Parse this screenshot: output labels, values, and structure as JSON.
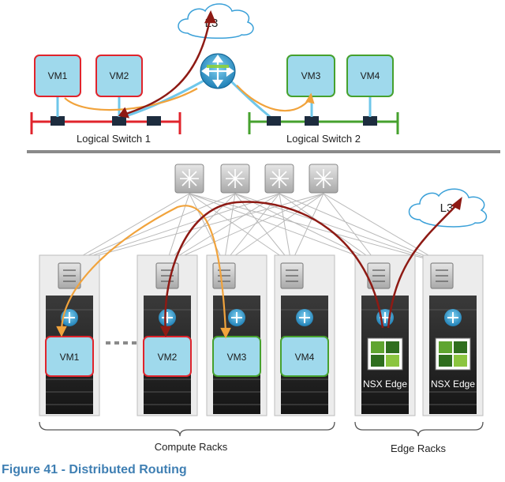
{
  "clouds": {
    "top": "L3",
    "bottom": "L3"
  },
  "logical": {
    "switch1": {
      "label": "Logical Switch 1",
      "color": "#e0242c"
    },
    "switch2": {
      "label": "Logical Switch 2",
      "color": "#46a12e"
    },
    "vms_switch1": [
      "VM1",
      "VM2"
    ],
    "vms_switch2": [
      "VM3",
      "VM4"
    ]
  },
  "physical": {
    "vms": [
      "VM1",
      "VM2",
      "VM3",
      "VM4"
    ],
    "edges": [
      "NSX Edge",
      "NSX Edge"
    ],
    "compute_label": "Compute Racks",
    "edge_label": "Edge Racks"
  },
  "colors": {
    "red_border": "#e0242c",
    "green_border": "#46a12e",
    "vm_fill": "#9fd9ec",
    "path_red": "#8e1a14",
    "path_orange": "#f1a33c",
    "link_blue": "#6fc7ea"
  },
  "caption": "Figure 41 - Distributed Routing"
}
